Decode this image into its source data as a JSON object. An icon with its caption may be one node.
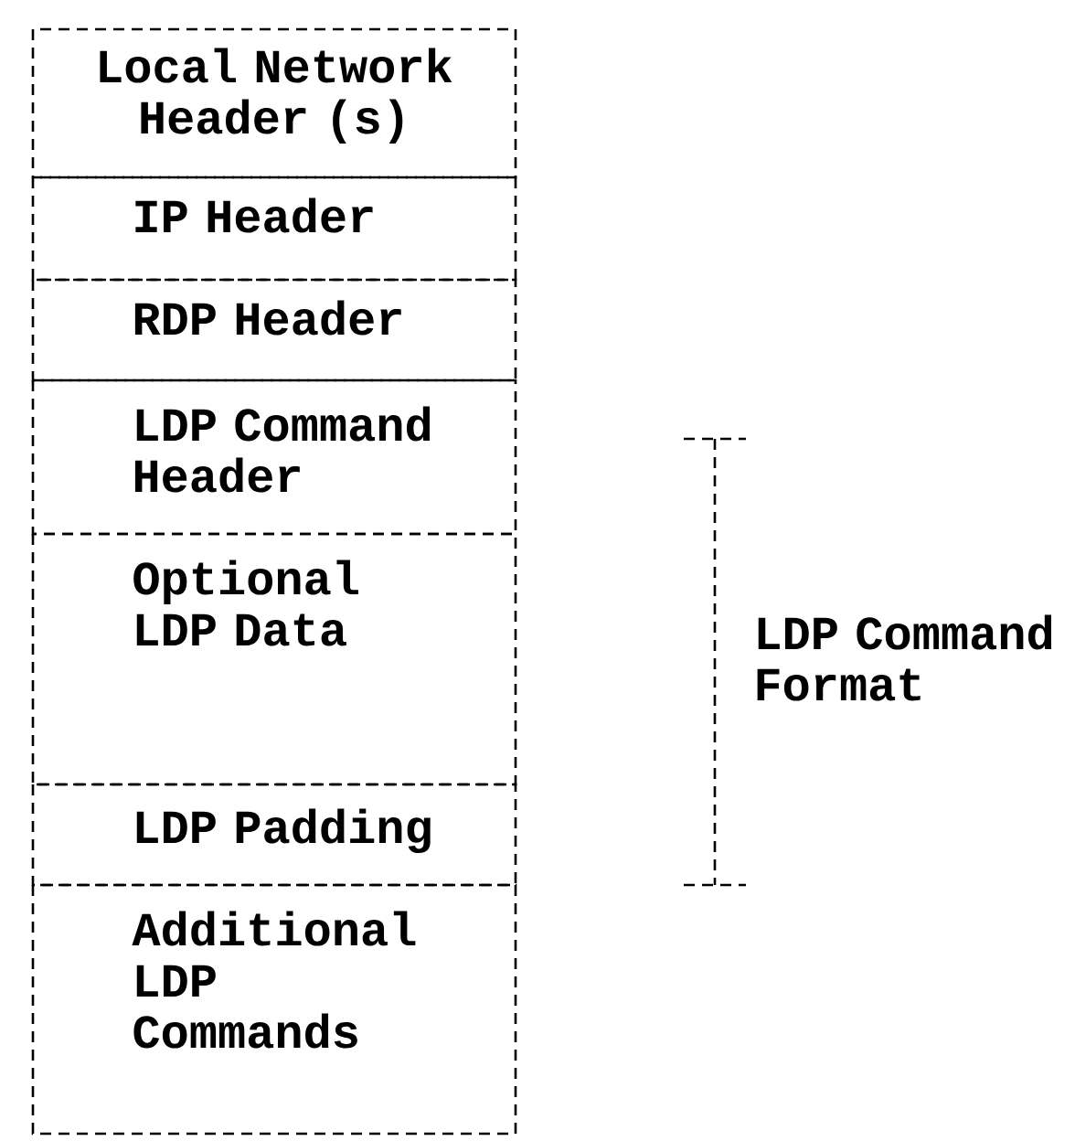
{
  "diagram": {
    "nodes": [
      {
        "text": [
          "Local Network Header (s)"
        ]
      },
      {
        "text": [
          "IP Header"
        ]
      },
      {
        "text": [
          "RDP Header"
        ]
      },
      {
        "text": [
          "LDP Command Header"
        ]
      },
      {
        "text": [
          "Optional LDP Data"
        ]
      },
      {
        "text": [
          "LDP Padding"
        ]
      },
      {
        "text": [
          "Additional LDP Commands"
        ]
      }
    ],
    "edges": [],
    "labels": [
      "LDP Command Format"
    ]
  }
}
